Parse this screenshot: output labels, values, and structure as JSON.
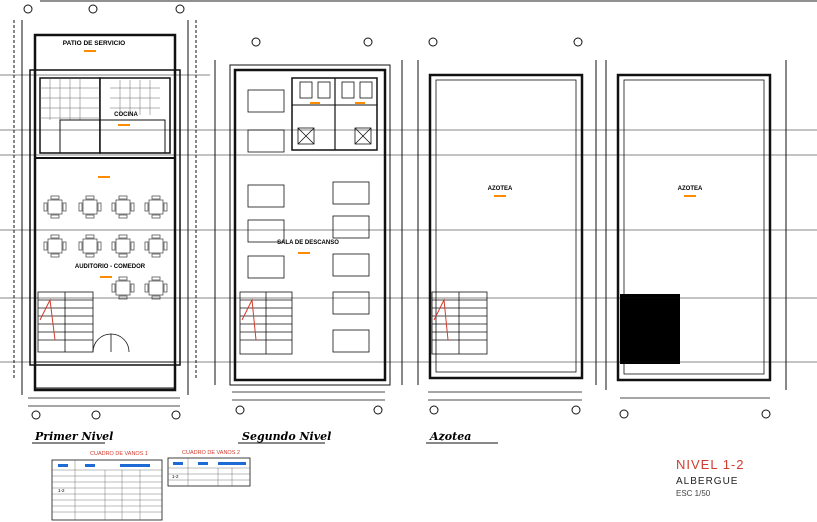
{
  "plans": {
    "primer_nivel": {
      "caption": "Primer Nivel",
      "patio_label": "PATIO DE SERVICIO",
      "cocina_label": "COCINA",
      "auditorio_label": "AUDITORIO - COMEDOR"
    },
    "segundo_nivel": {
      "caption": "Segundo Nivel",
      "sala_label": "SALA DE DESCANSO"
    },
    "azotea": {
      "caption": "Azotea",
      "azotea_label": "AZOTEA"
    },
    "azotea_2": {
      "azotea_label": "AZOTEA"
    }
  },
  "schedules": {
    "vanos_1": {
      "title": "CUADRO DE VANOS 1",
      "nivel": "1-2"
    },
    "vanos_2": {
      "title": "CUADRO DE VANOS 2",
      "nivel": "1-2"
    }
  },
  "title_block": {
    "title": "NIVEL 1-2",
    "subtitle": "ALBERGUE",
    "scale": "ESC 1/50"
  },
  "colors": {
    "line": "#111111",
    "grid": "#1a1a1a",
    "accent": "#ff8c00",
    "schedule_header": "#1e6bd6",
    "title": "#d23b2e",
    "fill": "#000000"
  }
}
